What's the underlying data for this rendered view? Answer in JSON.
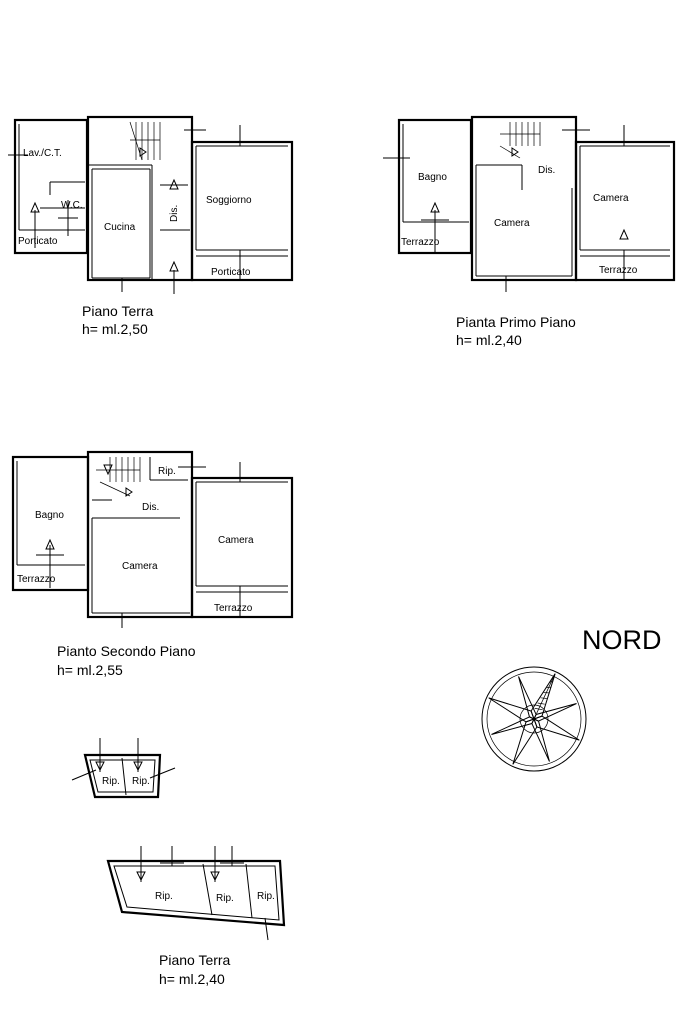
{
  "plans": {
    "ground": {
      "rooms": [
        "Lav./C.T.",
        "W.C.",
        "Porticato",
        "Cucina",
        "Dis.",
        "Soggiorno",
        "Porticato"
      ],
      "caption": "Piano Terra",
      "height": "h= ml.2,50"
    },
    "first": {
      "rooms": [
        "Bagno",
        "Dis.",
        "Camera",
        "Camera",
        "Terrazzo",
        "Terrazzo"
      ],
      "caption": "Pianta Primo Piano",
      "height": "h= ml.2,40"
    },
    "second": {
      "rooms": [
        "Rip.",
        "Dis.",
        "Bagno",
        "Camera",
        "Camera",
        "Terrazzo",
        "Terrazzo"
      ],
      "caption": "Pianto Secondo Piano",
      "height": "h= ml.2,55"
    },
    "small": {
      "rooms": [
        "Rip.",
        "Rip."
      ]
    },
    "cellar": {
      "rooms": [
        "Rip.",
        "Rip.",
        "Rip."
      ],
      "caption": "Piano Terra",
      "height": "h= ml.2,40"
    }
  },
  "compass": {
    "label": "NORD"
  }
}
